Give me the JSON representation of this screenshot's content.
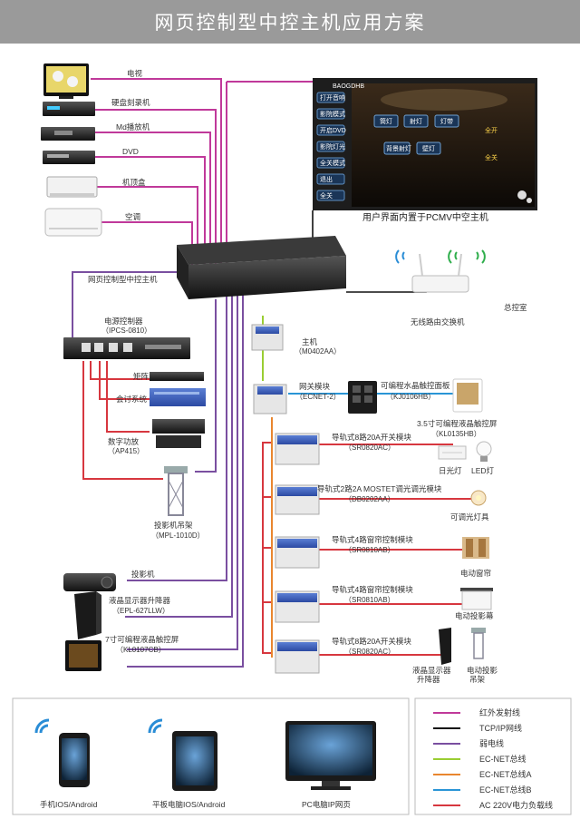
{
  "title": "网页控制型中控主机应用方案",
  "devices_left": [
    {
      "label": "电视",
      "icon": "tv-icon"
    },
    {
      "label": "硬盘刻录机",
      "icon": "dvr-icon"
    },
    {
      "label": "Md播放机",
      "icon": "md-player-icon"
    },
    {
      "label": "DVD",
      "icon": "dvd-icon"
    },
    {
      "label": "机顶盒",
      "icon": "set-top-box-icon"
    },
    {
      "label": "空调",
      "icon": "air-conditioner-icon"
    }
  ],
  "hmi": {
    "caption": "用户界面内置于PCMV中空主机",
    "header": "BAOGDHB",
    "side_buttons": [
      "打开音响",
      "影院模式",
      "开启DVD",
      "影院灯光",
      "全关模式",
      "退出",
      "全关"
    ],
    "center_buttons": [
      "筒灯",
      "射灯",
      "灯带",
      "背景射灯",
      "壁灯"
    ],
    "right_buttons": [
      "全开",
      "全关"
    ]
  },
  "router": {
    "label": "无线路由交换机"
  },
  "control_room": "总控室",
  "host": {
    "label": "网页控制型中控主机"
  },
  "power_controller": {
    "label": "电源控制器",
    "model": "（IPCS-0810）"
  },
  "matrix": {
    "label": "矩阵"
  },
  "conference": {
    "label": "会讨系统"
  },
  "amplifier": {
    "label": "数字功放",
    "model": "（AP415）"
  },
  "projector_lift": {
    "label": "投影机吊架",
    "model": "（MPL-1010D）"
  },
  "projector": {
    "label": "投影机"
  },
  "lcd_lift": {
    "label": "液晶显示器升降器",
    "model": "（EPL-627LLW）"
  },
  "touch7": {
    "label": "7寸可编程液晶触控屏",
    "model": "（KL0107CB）"
  },
  "bus_host": {
    "label": "主机",
    "model": "（M0402AA）"
  },
  "gateway": {
    "label": "网关模块",
    "model": "（ECNET-2）"
  },
  "crystal_panel": {
    "label": "可编程水晶触控面板",
    "model": "（KJ0106HB）"
  },
  "touch35": {
    "label": "3.5寸可编程液晶触控屏",
    "model": "（KL0135HB）"
  },
  "modules": [
    {
      "label": "导轨式8路20A开关模块",
      "model": "（SR0820AC）"
    },
    {
      "label": "导轨式2路2A MOSTET调光调光模块",
      "model": "（DB0202AA）"
    },
    {
      "label": "导轨式4路窗帘控制模块",
      "model": "（SR0810AB）"
    },
    {
      "label": "导轨式4路窗帘控制模块",
      "model": "（SR0810AB）"
    },
    {
      "label": "导轨式8路20A开关模块",
      "model": "（SR0820AC）"
    }
  ],
  "loads": {
    "sun_lamp": "日光灯",
    "led_lamp": "LED灯",
    "dimmable": "可调光灯具",
    "curtain": "电动窗帘",
    "screen": "电动投影幕",
    "lcd_lift_small": "液晶显示器\n升降器",
    "proj_hanger": "电动投影\n吊架"
  },
  "clients": [
    {
      "label": "手机IOS/Android",
      "icon": "smartphone-icon"
    },
    {
      "label": "平板电脑IOS/Android",
      "icon": "tablet-icon"
    },
    {
      "label": "PC电脑IP网页",
      "icon": "monitor-icon"
    }
  ],
  "legend": [
    {
      "label": "红外发射线",
      "color": "#c0399a"
    },
    {
      "label": "TCP/IP网线",
      "color": "#111111"
    },
    {
      "label": "弱电线",
      "color": "#7a4fa0"
    },
    {
      "label": "EC-NET总线",
      "color": "#9acd32"
    },
    {
      "label": "EC-NET总线A",
      "color": "#e9862e"
    },
    {
      "label": "EC-NET总线B",
      "color": "#2a95d6"
    },
    {
      "label": "AC 220V电力负载线",
      "color": "#d7373f"
    }
  ]
}
